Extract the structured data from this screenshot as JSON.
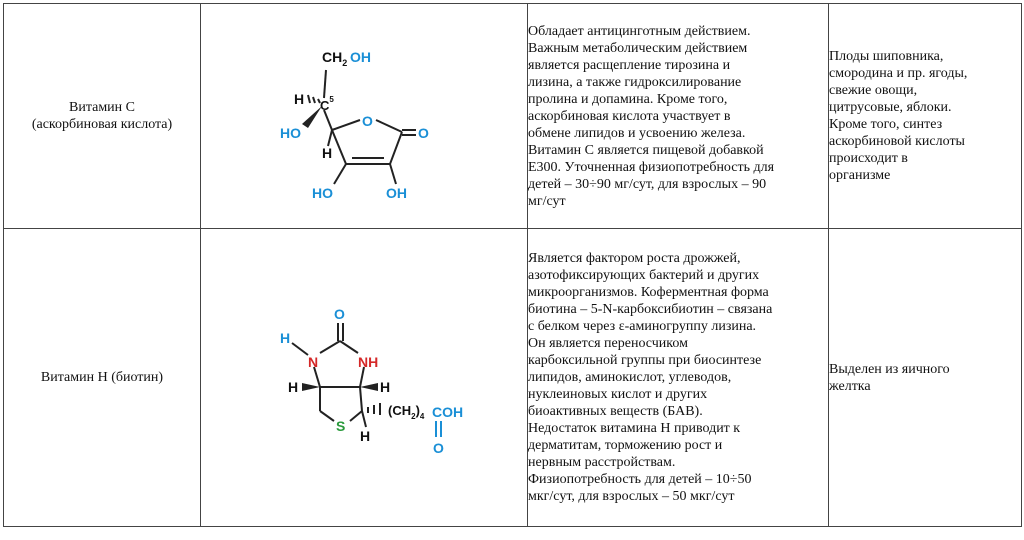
{
  "rows": [
    {
      "name_lines": [
        "Витамин С",
        "(аскорбиновая кислота)"
      ],
      "structure": {
        "labels": {
          "ch2": "CH",
          "sub2": "2",
          "oh_top": "OH",
          "h": "H",
          "c5": "C",
          "c5_sup": "5",
          "ring_o": "O",
          "keto_o": "O",
          "ho_left": "HO",
          "h_low": "H",
          "ho_bottom": "HO",
          "oh_bottom": "OH"
        }
      },
      "description_lines": [
        "Обладает антицинготным действием.",
        "Важным метаболическим действием",
        "является расщепление тирозина и",
        "лизина, а также гидроксилирование",
        "пролина и допамина. Кроме того,",
        "аскорбиновая кислота участвует в",
        "обмене липидов и усвоению железа.",
        "Витамин С является пищевой добавкой",
        "Е300. Уточненная физиопотребность для",
        "детей – 30÷90 мг/сут, для взрослых – 90",
        "мг/сут"
      ],
      "source_lines": [
        "Плоды шиповника,",
        "смородина и пр. ягоды,",
        "свежие овощи,",
        "цитрусовые, яблоки.",
        "Кроме того, синтез",
        "аскорбиновой кислоты",
        "происходит в",
        "организме"
      ]
    },
    {
      "name_lines": [
        "Витамин Н (биотин)"
      ],
      "structure": {
        "labels": {
          "o_top": "O",
          "h_n": "H",
          "n_left": "N",
          "nh_right": "NH",
          "h_left": "H",
          "h_right": "H",
          "s": "S",
          "h_bottom": "H",
          "ch2": "(CH",
          "ch2_sub": "2",
          "ch2_close": ")",
          "ch2_n": "4",
          "coh": "COH",
          "o_bottom": "O"
        }
      },
      "description_lines": [
        "Является фактором роста дрожжей,",
        "азотофиксирующих бактерий и других",
        "микроорганизмов. Коферментная форма",
        "биотина – 5-N-карбоксибиотин – связана",
        "с белком через ε-аминогруппу лизина.",
        "Он является переносчиком",
        "карбоксильной группы при биосинтезе",
        "липидов, аминокислот, углеводов,",
        "нуклеиновых кислот и других",
        "биоактивных веществ (БАВ).",
        "Недостаток витамина Н приводит к",
        "дерматитам, торможению рост и",
        "нервным расстройствам.",
        "Физиопотребность для детей – 10÷50",
        "мкг/сут, для взрослых – 50 мкг/сут"
      ],
      "source_lines": [
        "Выделен из яичного",
        "желтка"
      ]
    }
  ],
  "colors": {
    "text": "#111111",
    "blue": "#1a8fd6",
    "red": "#d42828",
    "green": "#2a9a3c",
    "bond": "#222222",
    "border": "#444444"
  }
}
